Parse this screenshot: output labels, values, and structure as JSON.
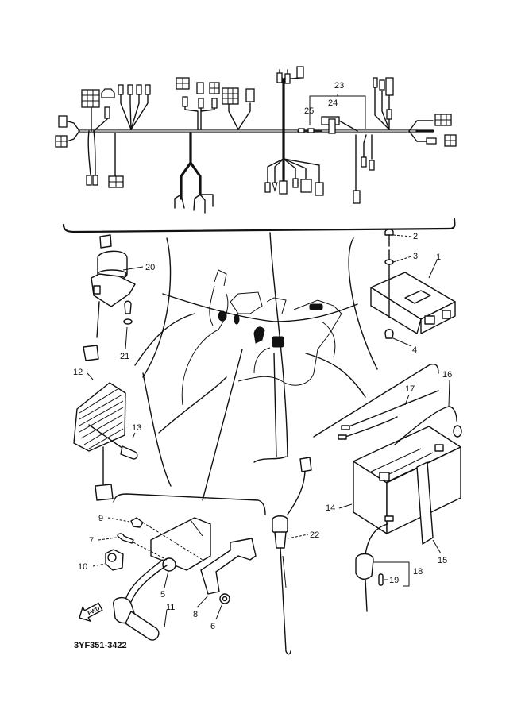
{
  "diagram": {
    "title": "Electrical parts exploded view",
    "reference_code": "3YF351-3422",
    "forward_arrow_text": "FWD",
    "callouts": [
      {
        "id": "1",
        "part": "igniter unit"
      },
      {
        "id": "2",
        "part": "screw"
      },
      {
        "id": "3",
        "part": "washer"
      },
      {
        "id": "4",
        "part": "nut"
      },
      {
        "id": "5",
        "part": "starter relay"
      },
      {
        "id": "6",
        "part": "nut"
      },
      {
        "id": "7",
        "part": "bolt"
      },
      {
        "id": "8",
        "part": "bracket"
      },
      {
        "id": "9",
        "part": "bolt"
      },
      {
        "id": "10",
        "part": "clamp"
      },
      {
        "id": "11",
        "part": "ignition coil / plug cap"
      },
      {
        "id": "12",
        "part": "rectifier regulator"
      },
      {
        "id": "13",
        "part": "screw"
      },
      {
        "id": "14",
        "part": "battery"
      },
      {
        "id": "15",
        "part": "battery band"
      },
      {
        "id": "16",
        "part": "battery cable"
      },
      {
        "id": "17",
        "part": "lead"
      },
      {
        "id": "18",
        "part": "fuse holder"
      },
      {
        "id": "19",
        "part": "fuse"
      },
      {
        "id": "20",
        "part": "main switch"
      },
      {
        "id": "21",
        "part": "bolt"
      },
      {
        "id": "22",
        "part": "switch"
      },
      {
        "id": "23",
        "part": "wire harness sub-assembly"
      },
      {
        "id": "24",
        "part": "connector"
      },
      {
        "id": "25",
        "part": "lead"
      }
    ],
    "labels": {
      "l1": "1",
      "l2": "2",
      "l3": "3",
      "l4": "4",
      "l5": "5",
      "l6": "6",
      "l7": "7",
      "l8": "8",
      "l9": "9",
      "l10": "10",
      "l11": "11",
      "l12": "12",
      "l13": "13",
      "l14": "14",
      "l15": "15",
      "l16": "16",
      "l17": "17",
      "l18": "18",
      "l19": "19",
      "l20": "20",
      "l21": "21",
      "l22": "22",
      "l23": "23",
      "l24": "24",
      "l25": "25"
    }
  }
}
